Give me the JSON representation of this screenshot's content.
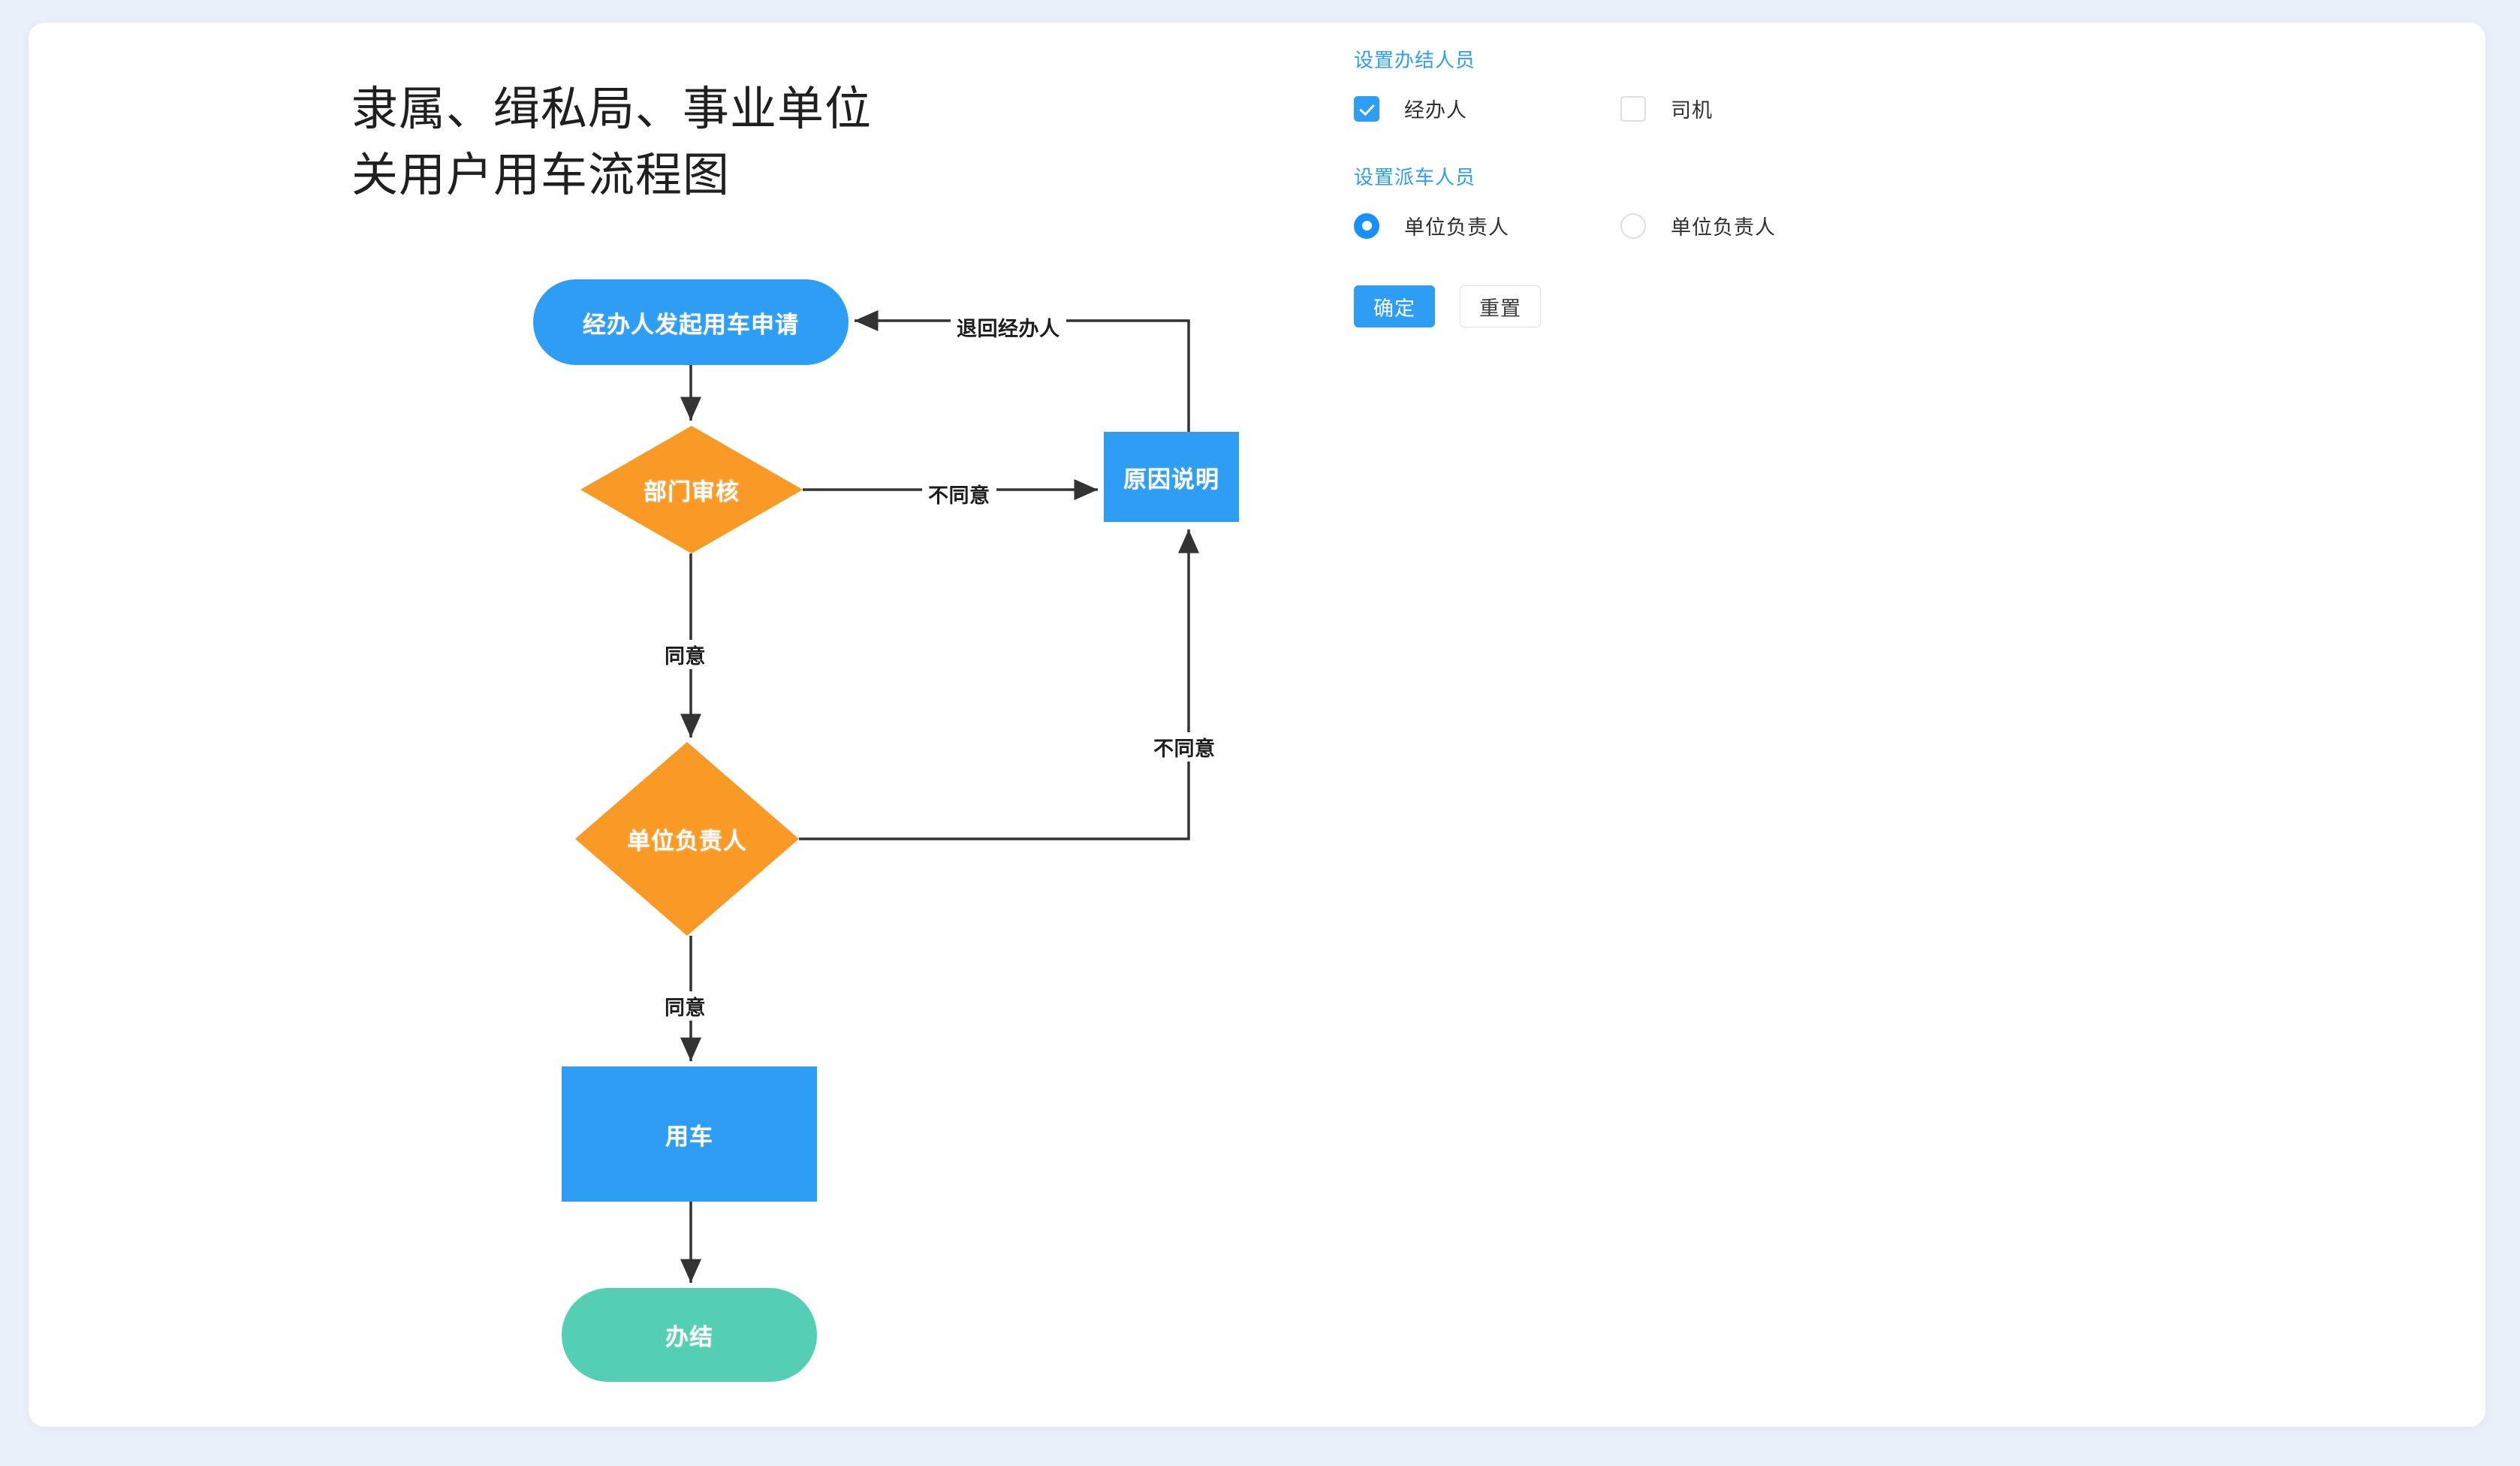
{
  "page": {
    "background_color": "#eaf0fa",
    "card_color": "#ffffff"
  },
  "flowchart": {
    "title_line1": "隶属、缉私局、事业单位",
    "title_line2": "关用户用车流程图",
    "title_full": "隶属、缉私局、事业单位关用户用车流程图",
    "nodes": {
      "start": {
        "label": "经办人发起用车申请",
        "shape": "rounded-pill",
        "color": "#2e9df4"
      },
      "dept_review": {
        "label": "部门审核",
        "shape": "diamond",
        "color": "#f99a26"
      },
      "reason": {
        "label": "原因说明",
        "shape": "rectangle",
        "color": "#2e9df4"
      },
      "unit_leader": {
        "label": "单位负责人",
        "shape": "diamond",
        "color": "#f99a26"
      },
      "use_car": {
        "label": "用车",
        "shape": "rectangle",
        "color": "#2e9df4"
      },
      "finish": {
        "label": "办结",
        "shape": "rounded-pill",
        "color": "#55cfb4"
      }
    },
    "edge_labels": {
      "return_to_applicant": "退回经办人",
      "dept_reject": "不同意",
      "dept_agree": "同意",
      "leader_reject": "不同意",
      "leader_agree": "同意"
    }
  },
  "settings": {
    "section_handler": {
      "title": "设置办结人员",
      "options": [
        {
          "label": "经办人",
          "checked": true
        },
        {
          "label": "司机",
          "checked": false
        }
      ]
    },
    "section_dispatcher": {
      "title": "设置派车人员",
      "options": [
        {
          "label": "单位负责人",
          "selected": true
        },
        {
          "label": "单位负责人",
          "selected": false
        }
      ]
    },
    "buttons": {
      "confirm": "确定",
      "reset": "重置"
    },
    "accent_color": "#2e9df4"
  }
}
